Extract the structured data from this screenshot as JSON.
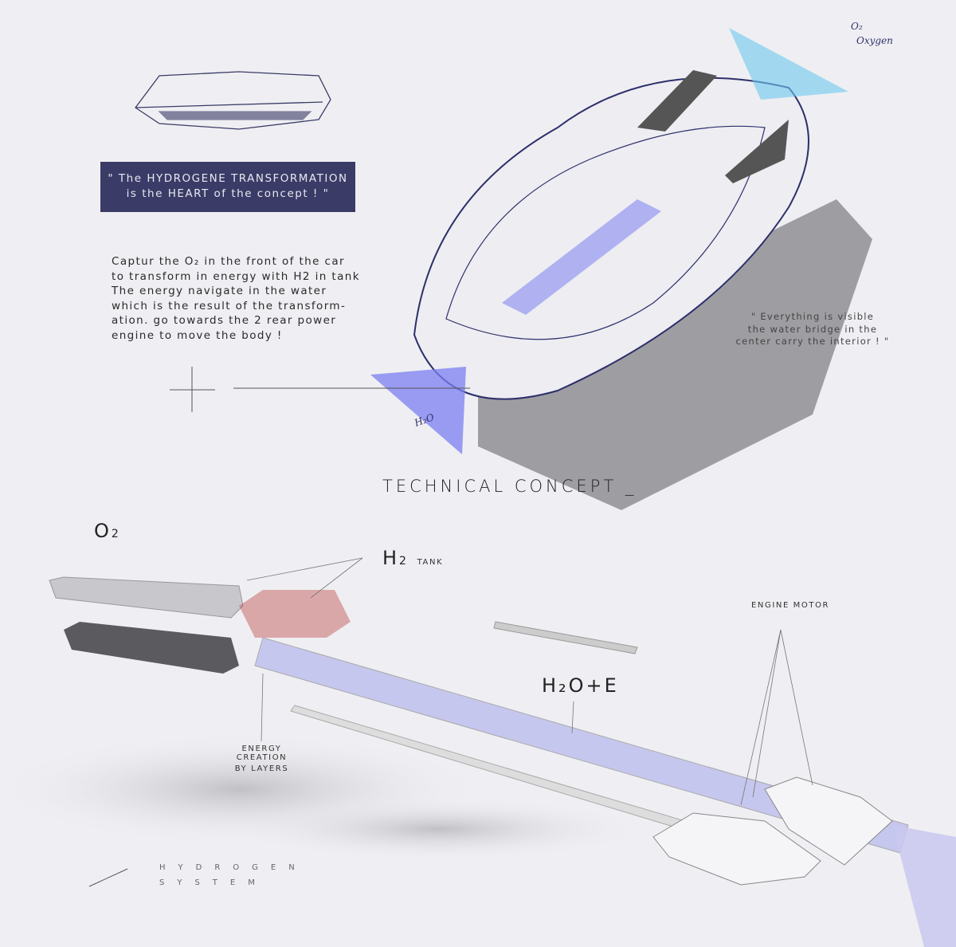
{
  "quote": {
    "line1": "\" The HYDROGENE TRANSFORMATION",
    "line2": "is the HEART of the concept ! \""
  },
  "description": "Captur the O₂ in the front of the car\nto transform in energy with H2 in tank\nThe energy navigate in the water\nwhich is the result of the transform-\nation. go towards the 2 rear power\nengine to move the body !",
  "right_caption": "\" Everything is visible\nthe water bridge in the\ncenter carry the interior ! \"",
  "handwritten": {
    "o2": "O₂",
    "oxygen": "Oxygen",
    "h2o": "H₂O"
  },
  "section_title": "TECHNICAL CONCEPT _",
  "labels": {
    "o2": {
      "main": "O",
      "sub": "2"
    },
    "h2_tank": {
      "main": "H",
      "sub": "2",
      "suffix": "TANK"
    },
    "h2o_e": "H₂O+E",
    "engine_motor": "ENGINE MOTOR",
    "energy_creation_1": "ENERGY CREATION",
    "energy_creation_2": "BY LAYERS"
  },
  "footer": {
    "line1": "HYDROGEN",
    "line2": "SYSTEM"
  },
  "colors": {
    "navy": "#3a3b66",
    "blue_accent": "#7b7ff0",
    "cyan_accent": "#6cc8ef",
    "red_flow": "#c0504d",
    "shadow_grey": "#8f8f93"
  }
}
